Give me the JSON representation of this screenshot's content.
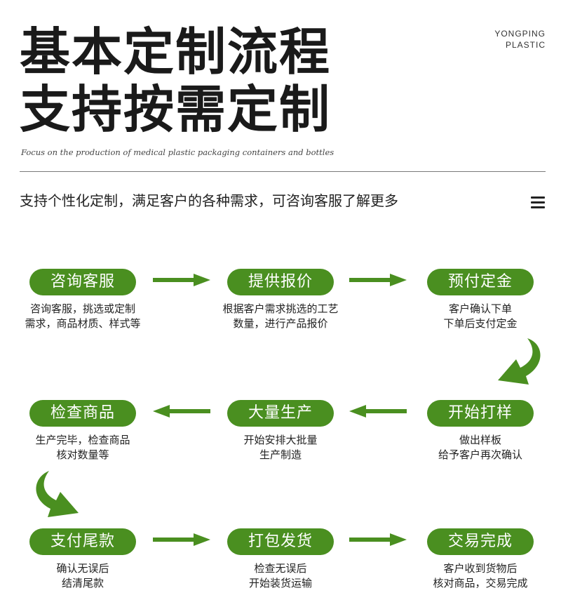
{
  "header": {
    "title_line1": "基本定制流程",
    "title_line2": "支持按需定制",
    "brand_line1": "YONGPING",
    "brand_line2": "PLASTIC",
    "tagline": "Focus on the production of medical plastic packaging containers and bottles",
    "subtitle": "支持个性化定制，满足客户的各种需求，可咨询客服了解更多"
  },
  "steps": [
    {
      "title": "咨询客服",
      "line1": "咨询客服，挑选或定制",
      "line2": "需求，商品材质、样式等"
    },
    {
      "title": "提供报价",
      "line1": "根据客户需求挑选的工艺",
      "line2": "数量，进行产品报价"
    },
    {
      "title": "预付定金",
      "line1": "客户确认下单",
      "line2": "下单后支付定金"
    },
    {
      "title": "开始打样",
      "line1": "做出样板",
      "line2": "给予客户再次确认"
    },
    {
      "title": "大量生产",
      "line1": "开始安排大批量",
      "line2": "生产制造"
    },
    {
      "title": "检查商品",
      "line1": "生产完毕，检查商品",
      "line2": "核对数量等"
    },
    {
      "title": "支付尾款",
      "line1": "确认无误后",
      "line2": "结清尾款"
    },
    {
      "title": "打包发货",
      "line1": "检查无误后",
      "line2": "开始装货运输"
    },
    {
      "title": "交易完成",
      "line1": "客户收到货物后",
      "line2": "核对商品，交易完成"
    }
  ],
  "colors": {
    "accent": "#4a8f20",
    "arrow": "#4a8f20"
  }
}
